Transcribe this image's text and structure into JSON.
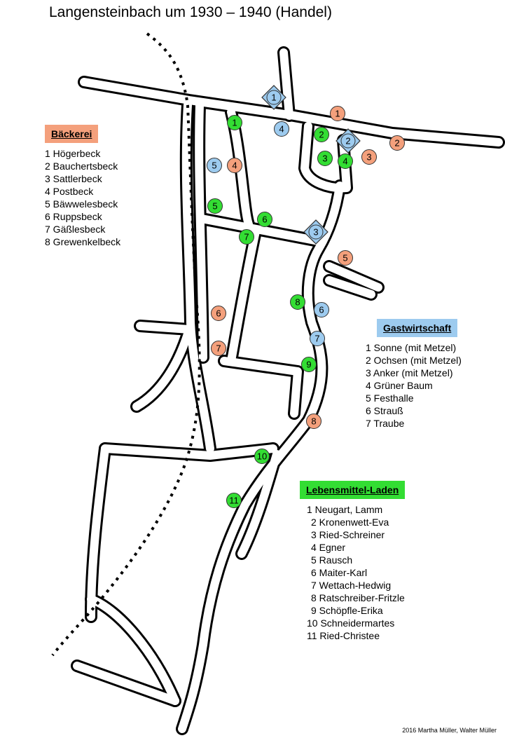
{
  "title": "Langensteinbach um 1930 – 1940 (Handel)",
  "credit": "2016 Martha Müller, Walter Müller",
  "colors": {
    "baeckerei": "#f4a07c",
    "gastwirtschaft": "#9dcbef",
    "lebensmittel": "#33dd33",
    "road": "#000000",
    "railway": "#000000"
  },
  "legends": {
    "baeckerei": {
      "heading": "Bäckerei",
      "items": [
        "1 Högerbeck",
        "2 Bauchertsbeck",
        "3 Sattlerbeck",
        "4 Postbeck",
        "5 Bäwwelesbeck",
        "6 Ruppsbeck",
        "7 Gäßlesbeck",
        "8 Grewenkelbeck"
      ]
    },
    "gastwirtschaft": {
      "heading": "Gastwirtschaft",
      "items": [
        "1 Sonne (mit Metzel)",
        "2 Ochsen (mit Metzel)",
        "3 Anker (mit Metzel)",
        "4 Grüner Baum",
        "5 Festhalle",
        "6 Strauß",
        "7 Traube"
      ]
    },
    "lebensmittel": {
      "heading": "Lebensmittel-Laden",
      "items": [
        "1 Neugart, Lamm",
        "2 Kronenwett-Eva",
        "3 Ried-Schreiner",
        "4 Egner",
        "5 Rausch",
        "6 Maiter-Karl",
        "7 Wettach-Hedwig",
        "8 Ratschreiber-Fritzle",
        "9 Schöpfle-Erika",
        "10 Schneidermartes",
        "11 Ried-Christee"
      ]
    }
  },
  "markers": {
    "baeckerei": [
      "1",
      "2",
      "3",
      "4",
      "5",
      "6",
      "7",
      "8"
    ],
    "gastwirtschaft": [
      "1",
      "2",
      "3",
      "4",
      "5",
      "6",
      "7"
    ],
    "lebensmittel": [
      "1",
      "2",
      "3",
      "4",
      "5",
      "6",
      "7",
      "8",
      "9",
      "10",
      "11"
    ]
  }
}
